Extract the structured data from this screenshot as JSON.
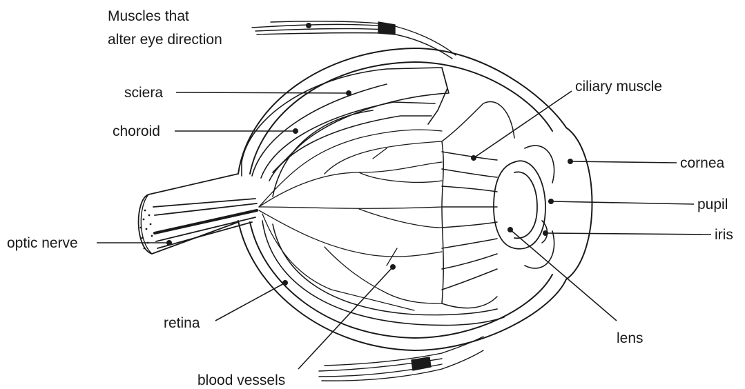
{
  "labels": {
    "muscles_line1": "Muscles that",
    "muscles_line2": "alter eye direction",
    "sclera": "sciera",
    "choroid": "choroid",
    "optic_nerve": "optic nerve",
    "retina": "retina",
    "blood_vessels": "blood vessels",
    "ciliary_muscle": "ciliary muscle",
    "cornea": "cornea",
    "pupil": "pupil",
    "iris": "iris",
    "lens": "lens"
  }
}
